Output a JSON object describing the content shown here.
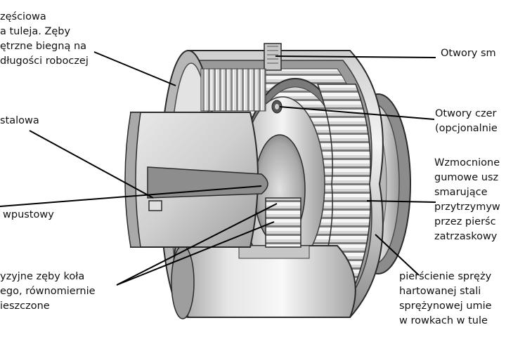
{
  "labels": [
    {
      "id": "sleeve",
      "lines": [
        "zęściowa",
        "a tuleja. Zęby",
        "ętrzne biegną na",
        "długości roboczej"
      ]
    },
    {
      "id": "steel",
      "lines": [
        "stalowa"
      ]
    },
    {
      "id": "keyway",
      "lines": [
        "wpustowy"
      ]
    },
    {
      "id": "teeth",
      "lines": [
        "yzyjne zęby koła",
        "ego, równomiernie",
        "ieszczone"
      ]
    },
    {
      "id": "lube-holes",
      "lines": [
        "Otwory sm"
      ]
    },
    {
      "id": "face-holes",
      "lines": [
        "Otwory czer",
        "(opcjonalnie"
      ]
    },
    {
      "id": "seals",
      "lines": [
        "Wzmocnione",
        "gumowe usz",
        "smarujące",
        "przytrzymyw",
        "przez pierśc",
        "zatrzaskowy"
      ]
    },
    {
      "id": "rings",
      "lines": [
        "pierścienie spręży",
        "hartowanej stali",
        "sprężynowej umie",
        "w rowkach w tule"
      ]
    }
  ],
  "colors": {
    "text": "#111111",
    "leader": "#000000",
    "metal_dark": "#6e6e6e",
    "metal_light": "#efefef"
  }
}
